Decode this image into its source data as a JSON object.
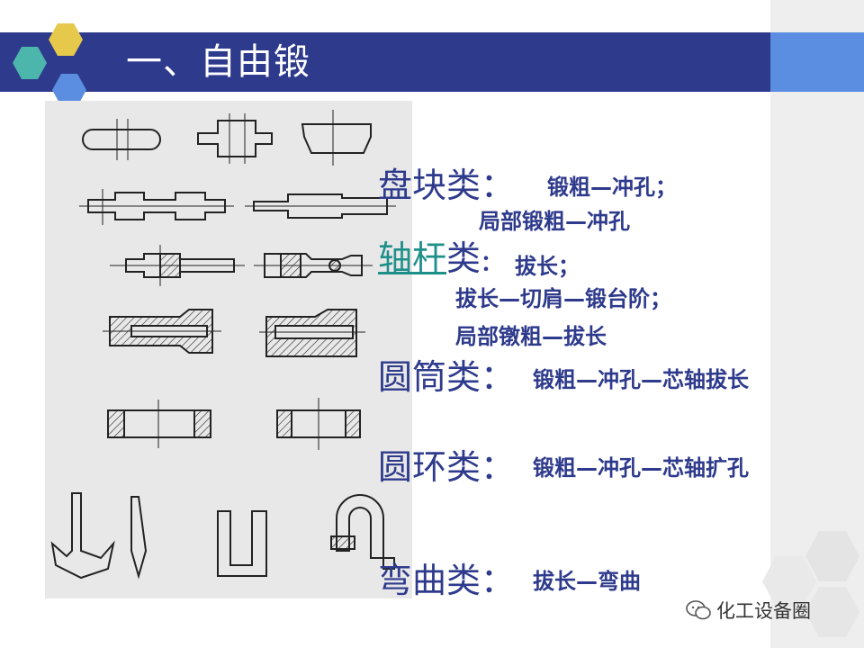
{
  "title": "一、自由锻",
  "categories": [
    {
      "name": "盘块类：",
      "lines": [
        "锻粗—冲孔；",
        "局部锻粗—冲孔"
      ]
    },
    {
      "name_link": "轴杆",
      "name_rest": "类",
      "colon": "：",
      "lines": [
        "拔长；",
        "拔长—切肩—锻台阶；",
        "局部镦粗—拔长"
      ]
    },
    {
      "name": "圆筒类：",
      "lines": [
        "锻粗—冲孔—芯轴拔长"
      ]
    },
    {
      "name": "圆环类：",
      "lines": [
        "锻粗—冲孔—芯轴扩孔"
      ]
    },
    {
      "name": "弯曲类：",
      "lines": [
        "拔长—弯曲"
      ]
    }
  ],
  "watermark": "化工设备圈",
  "colors": {
    "title_bar": "#2e3a8c",
    "title_accent": "#5b8ee0",
    "text": "#2e3a8c",
    "link": "#1f8f8a",
    "hex_teal": "#4db6ac",
    "hex_gold": "#e6c84a",
    "hex_blue": "#5b8ee0"
  },
  "icons": [
    "hexagon-logo-icon",
    "wechat-icon"
  ]
}
